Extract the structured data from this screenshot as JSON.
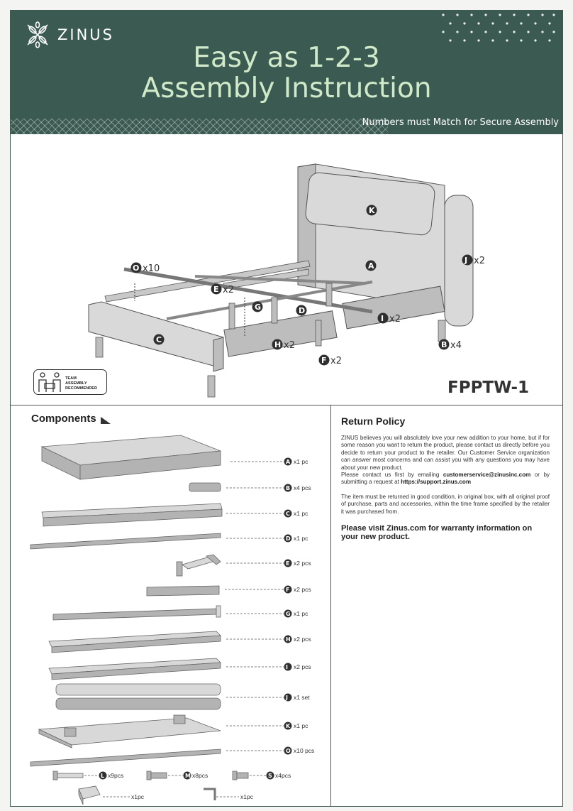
{
  "brand": {
    "name": "ZINUS"
  },
  "header": {
    "title_line1": "Easy as 1-2-3",
    "title_line2": "Assembly Instruction",
    "subtitle": "Numbers must Match for Secure Assembly"
  },
  "colors": {
    "header_bg": "#3b5a51",
    "title": "#cfe9c9",
    "panel": "#d4d4d4",
    "ink": "#2b2b2b"
  },
  "diagram": {
    "callouts": [
      {
        "letter": "K",
        "qty": ""
      },
      {
        "letter": "A",
        "qty": ""
      },
      {
        "letter": "J",
        "qty": "x2"
      },
      {
        "letter": "O",
        "qty": "x10"
      },
      {
        "letter": "E",
        "qty": "x2"
      },
      {
        "letter": "G",
        "qty": ""
      },
      {
        "letter": "D",
        "qty": ""
      },
      {
        "letter": "I",
        "qty": "x2"
      },
      {
        "letter": "C",
        "qty": ""
      },
      {
        "letter": "H",
        "qty": "x2"
      },
      {
        "letter": "F",
        "qty": "x2"
      },
      {
        "letter": "B",
        "qty": "x4"
      }
    ],
    "team_badge": [
      "TEAM",
      "ASSEMBLY",
      "RECOMMENDED"
    ],
    "model": "FPPTW-1"
  },
  "components": {
    "title": "Components",
    "parts": [
      {
        "letter": "A",
        "qty": "x1 pc"
      },
      {
        "letter": "B",
        "qty": "x4 pcs"
      },
      {
        "letter": "C",
        "qty": "x1 pc"
      },
      {
        "letter": "D",
        "qty": "x1 pc"
      },
      {
        "letter": "E",
        "qty": "x2 pcs"
      },
      {
        "letter": "F",
        "qty": "x2 pcs"
      },
      {
        "letter": "G",
        "qty": "x1 pc"
      },
      {
        "letter": "H",
        "qty": "x2 pcs"
      },
      {
        "letter": "I",
        "qty": "x2 pcs"
      },
      {
        "letter": "J",
        "qty": "x1 set"
      },
      {
        "letter": "K",
        "qty": "x1 pc"
      },
      {
        "letter": "O",
        "qty": "x10 pcs"
      }
    ],
    "hardware": [
      {
        "letter": "L",
        "qty": "x9pcs"
      },
      {
        "letter": "M",
        "qty": "x8pcs"
      },
      {
        "letter": "S",
        "qty": "x4pcs"
      }
    ],
    "accessories": [
      {
        "name": "usb-adapter",
        "qty": "x1pc"
      },
      {
        "name": "allen-key",
        "qty": "x1pc"
      }
    ]
  },
  "policy": {
    "title": "Return Policy",
    "p1a": "ZINUS believes you will absolutely love your new addition to your home, but if for some reason you want to return the product, please contact us directly before you decide to return your product to the retailer. Our Customer Service organization can answer most concerns and can assist you with any questions you may have about your new product.",
    "p1b": "Please contact us first by emailing ",
    "email": "customerservice@zinusinc.com",
    "p1c": " or by submitting a request at ",
    "url": "https://support.zinus.com",
    "p2": "The item must be returned in good condition, in original box, with all original proof of purchase, parts and accessories, within the time frame specified by the retailer it was purchased from.",
    "visit": "Please visit Zinus.com for warranty information on your new product."
  }
}
